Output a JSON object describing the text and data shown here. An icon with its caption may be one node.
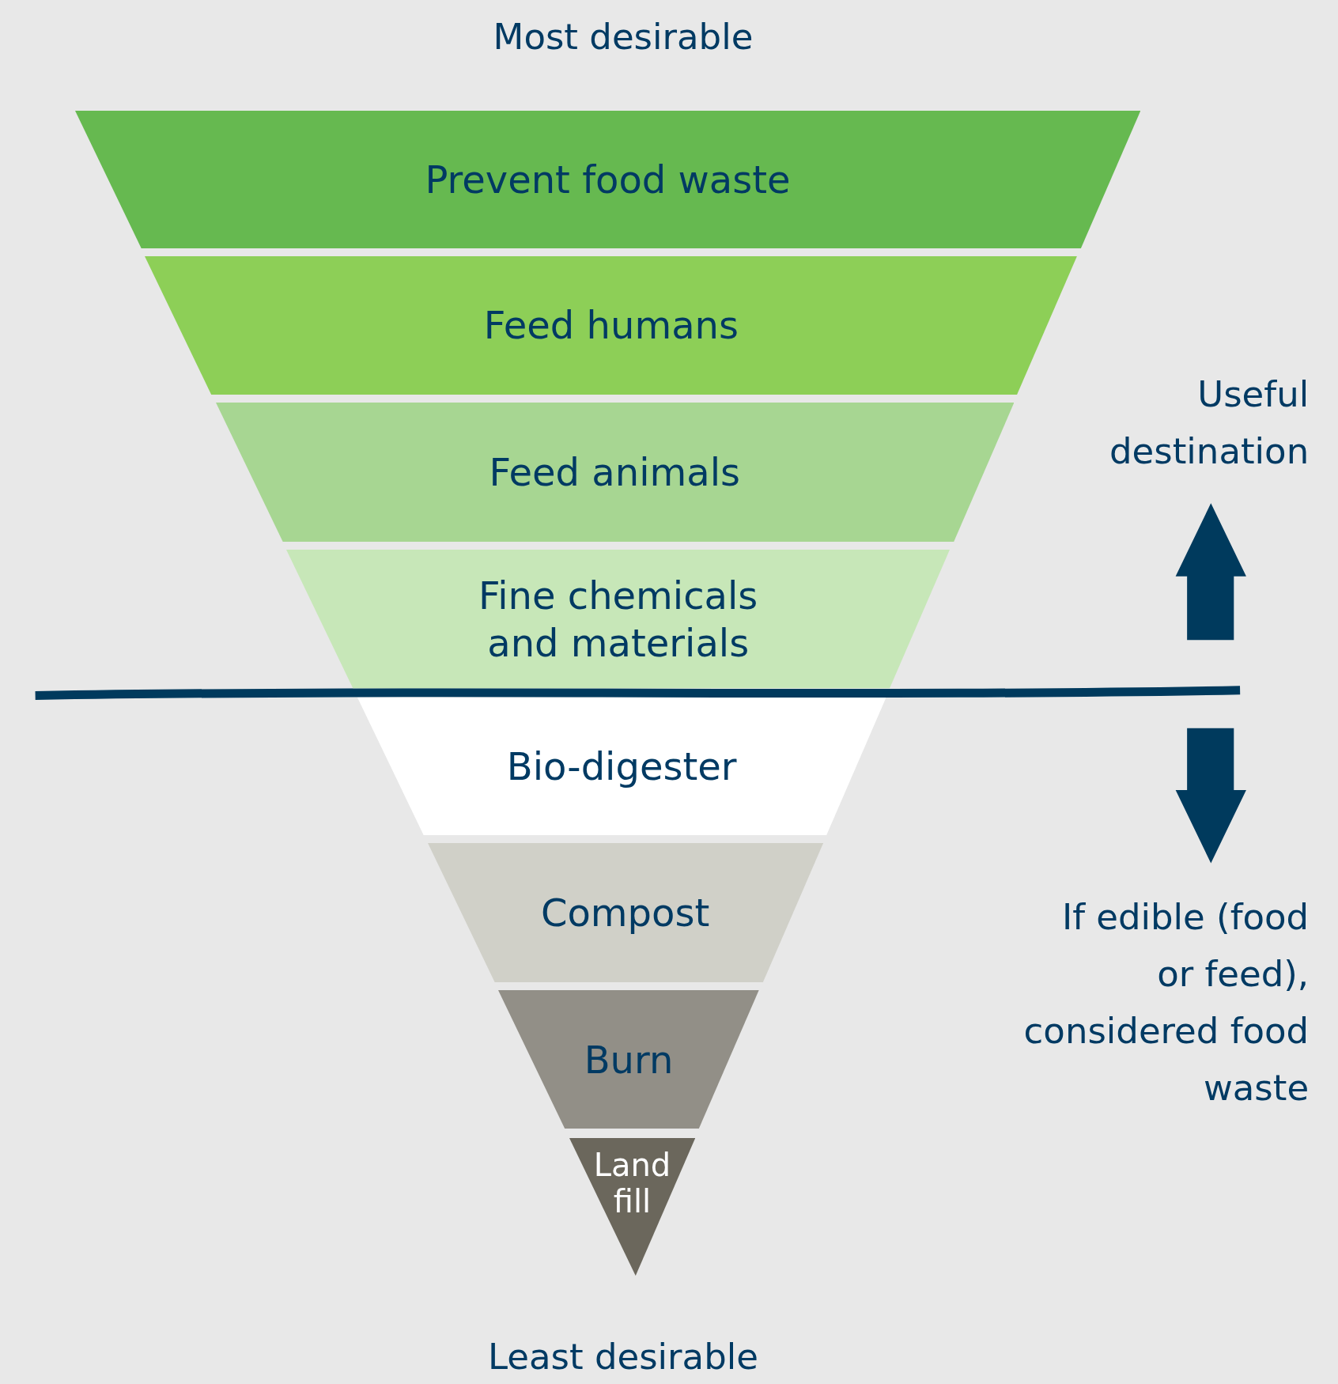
{
  "diagram": {
    "nodes": [
      {
        "text": [
          "Prevent food waste"
        ]
      },
      {
        "text": [
          "Feed humans"
        ]
      },
      {
        "text": [
          "Feed animals"
        ]
      },
      {
        "text": [
          "Fine chemicals and materials"
        ]
      },
      {
        "text": [
          "Bio-digester"
        ]
      },
      {
        "text": [
          "Compost"
        ]
      },
      {
        "text": [
          "Burn"
        ]
      },
      {
        "text": [
          "Land fill"
        ]
      }
    ],
    "labels": [
      "Most desirable",
      "Useful destination",
      "If edible (food or feed), considered food waste",
      "Least desirable"
    ]
  }
}
